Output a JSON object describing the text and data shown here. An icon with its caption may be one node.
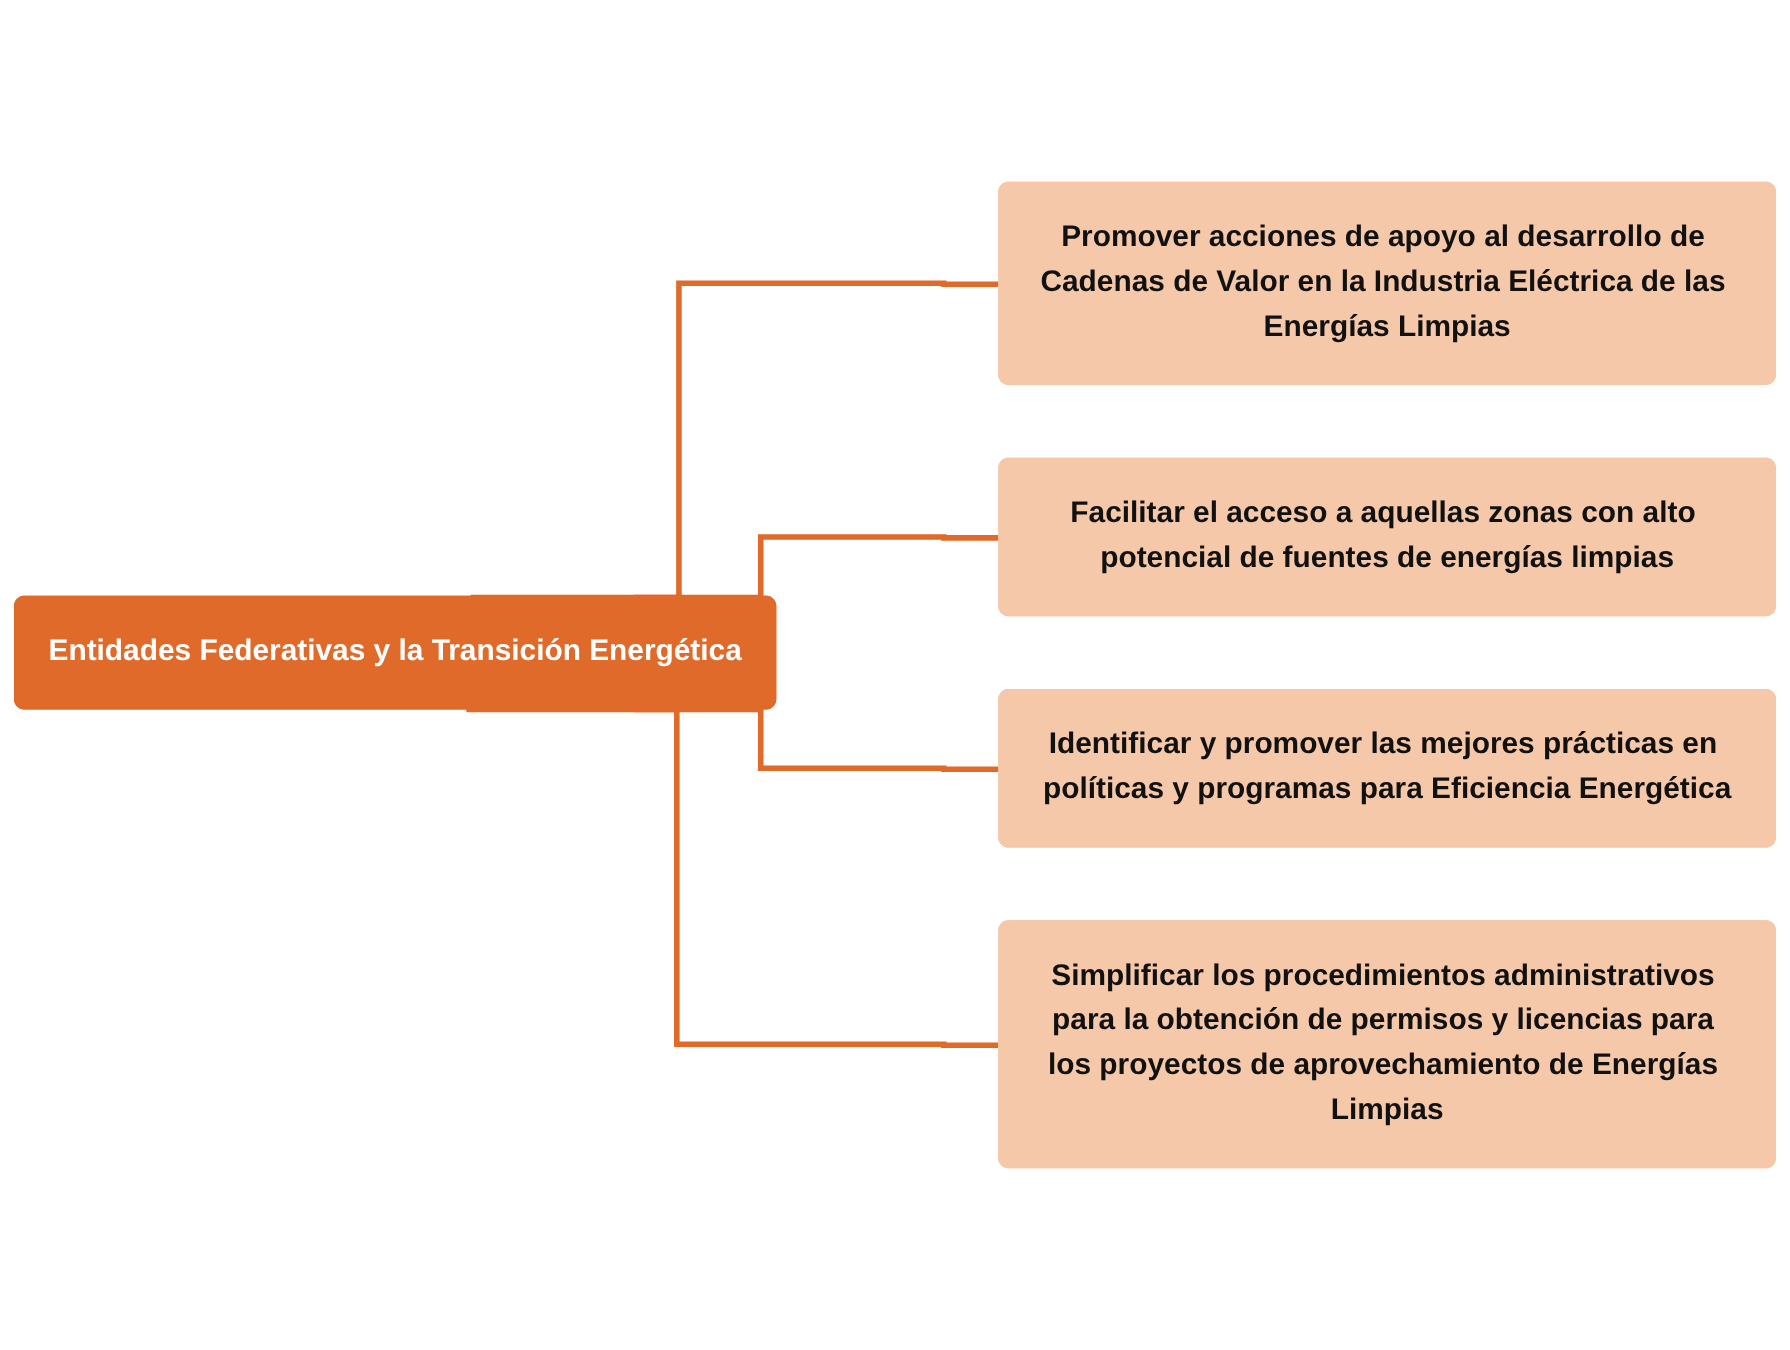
{
  "diagram": {
    "nodes": [
      {
        "text": [
          "Entidades Federativas y la Transición Energética"
        ]
      },
      {
        "text": [
          "Promover acciones de apoyo al desarrollo de Cadenas de Valor en la Industria Eléctrica de las Energías Limpias"
        ]
      },
      {
        "text": [
          "Facilitar el acceso a aquellas zonas con alto potencial de fuentes de energías limpias"
        ]
      },
      {
        "text": [
          "Identificar y promover las mejores prácticas en políticas y programas para Eficiencia Energética"
        ]
      },
      {
        "text": [
          "Simplificar los procedimientos administrativos para la obtención de permisos y licencias para los proyectos de aprovechamiento de Energías Limpias"
        ]
      }
    ],
    "edges": [
      {
        "from": 0,
        "to": 1,
        "arrow": "none"
      },
      {
        "from": 0,
        "to": 2,
        "arrow": "none"
      },
      {
        "from": 0,
        "to": 3,
        "arrow": "none"
      },
      {
        "from": 0,
        "to": 4,
        "arrow": "none"
      }
    ]
  }
}
